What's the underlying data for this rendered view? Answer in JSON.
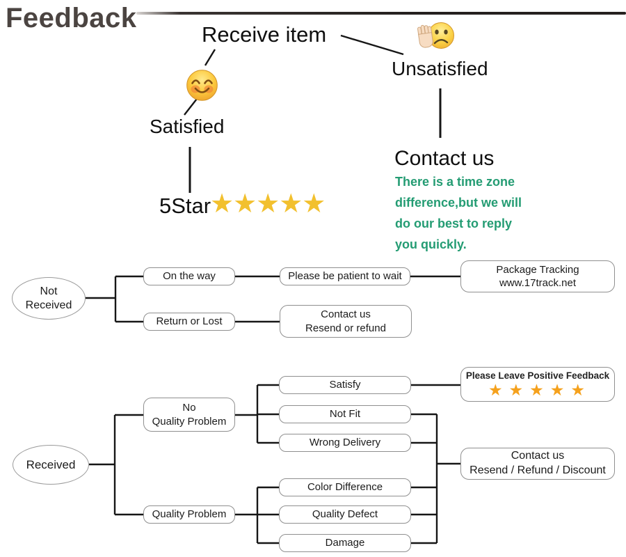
{
  "header": {
    "title": "Feedback"
  },
  "top": {
    "receive_item": "Receive item",
    "satisfied_label": "Satisfied",
    "five_star_label": "5Star",
    "five_star_stars": "★★★★★",
    "unsatisfied_label": "Unsatisfied",
    "contact_title": "Contact us",
    "note_line1": "There is a time zone",
    "note_line2": "difference,but we will",
    "note_line3": "do our best to reply",
    "note_line4": "you quickly."
  },
  "not_received": {
    "root_line1": "Not",
    "root_line2": "Received",
    "on_the_way": "On the way",
    "be_patient": "Please be patient to wait",
    "tracking_line1": "Package Tracking",
    "tracking_line2": "www.17track.net",
    "return_or_lost": "Return or Lost",
    "contact_line1": "Contact us",
    "contact_line2": "Resend or refund"
  },
  "received": {
    "root": "Received",
    "no_quality_line1": "No",
    "no_quality_line2": "Quality Problem",
    "quality_problem": "Quality Problem",
    "satisfy": "Satisfy",
    "not_fit": "Not Fit",
    "wrong_delivery": "Wrong Delivery",
    "color_difference": "Color Difference",
    "quality_defect": "Quality Defect",
    "damage": "Damage",
    "positive_feedback": "Please Leave Positive Feedback",
    "positive_stars": "★★★★★",
    "contact_line1": "Contact us",
    "contact_line2": "Resend / Refund / Discount"
  },
  "colors": {
    "star_gold": "#f2c02e",
    "star_orange": "#f5a11c",
    "note_green": "#249c73",
    "title_gray": "#4b4441"
  }
}
